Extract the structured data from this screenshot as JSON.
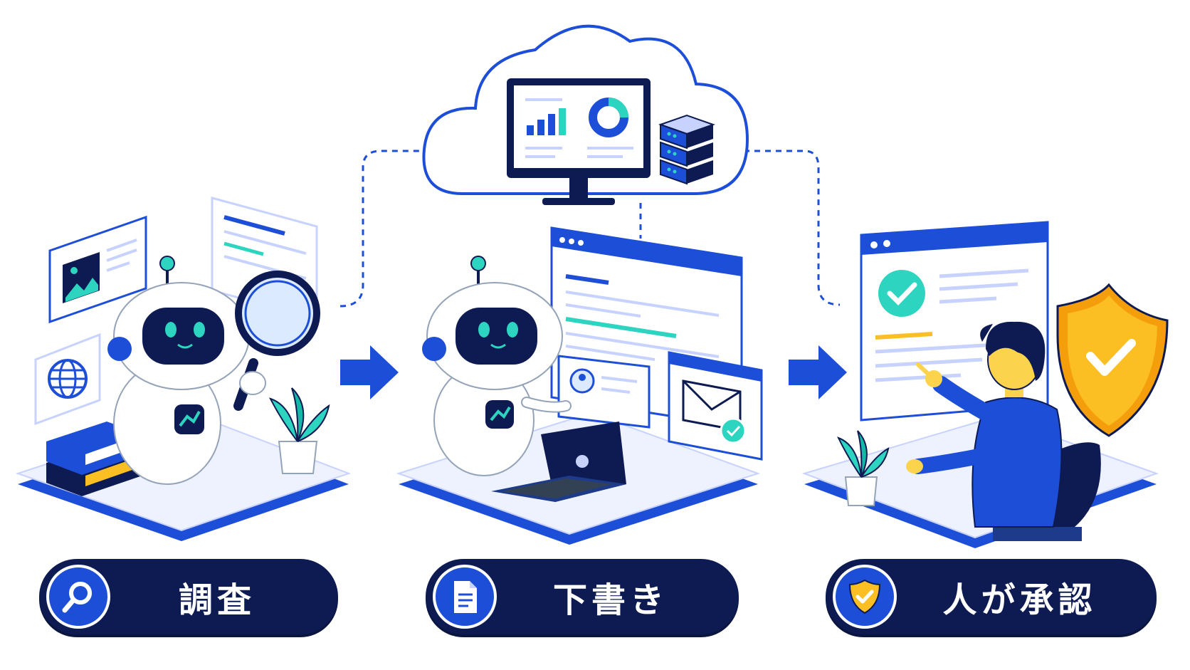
{
  "steps": [
    {
      "label": "調査",
      "icon": "magnifier-icon"
    },
    {
      "label": "下書き",
      "icon": "document-icon"
    },
    {
      "label": "人が承認",
      "icon": "shield-check-icon"
    }
  ],
  "colors": {
    "primary": "#1d4ed8",
    "navy": "#0d1b52",
    "teal": "#2dd4bf",
    "gold": "#fbbf24",
    "platform": "#eef2ff"
  }
}
